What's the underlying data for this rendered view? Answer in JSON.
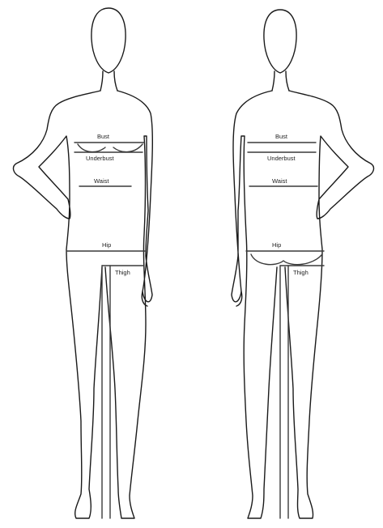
{
  "figures": {
    "front": {
      "labels": {
        "bust": "Bust",
        "underbust": "Underbust",
        "waist": "Waist",
        "hip": "Hip",
        "thigh": "Thigh"
      }
    },
    "back": {
      "labels": {
        "bust": "Bust",
        "underbust": "Underbust",
        "waist": "Waist",
        "hip": "Hip",
        "thigh": "Thigh"
      }
    }
  },
  "colors": {
    "line": "#1a1a1a",
    "background": "#ffffff"
  }
}
